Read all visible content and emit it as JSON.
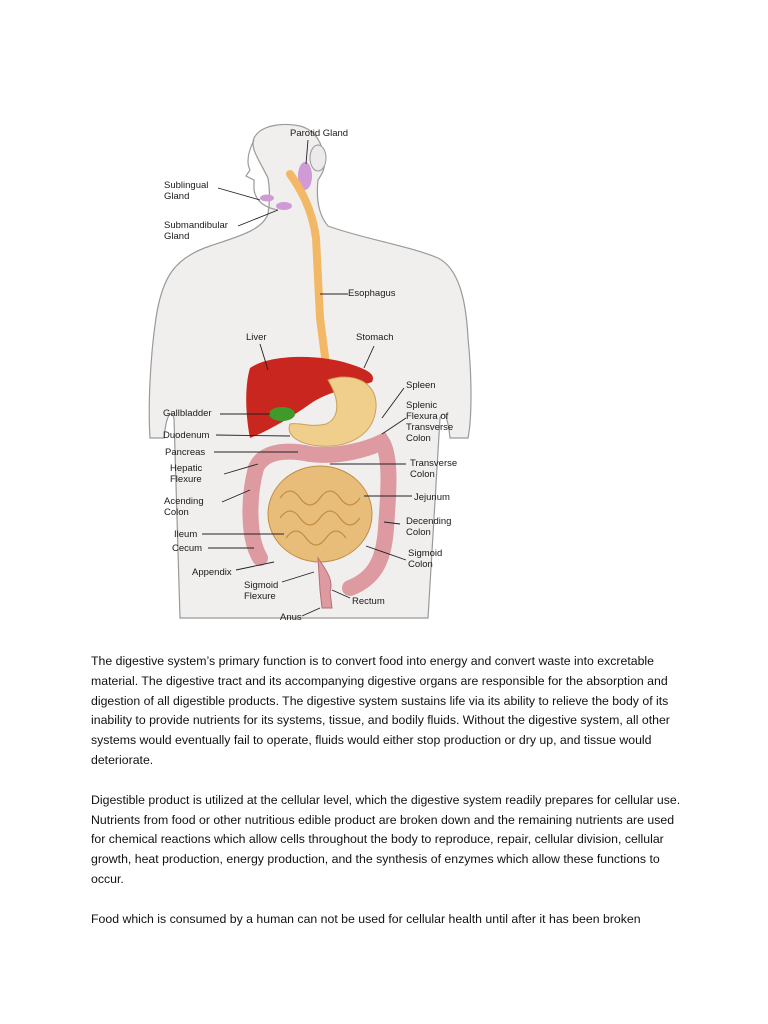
{
  "figure": {
    "labels": {
      "parotid": "Parotid Gland",
      "sublingual": "Sublingual\nGland",
      "submandibular": "Submandibular\nGland",
      "esophagus": "Esophagus",
      "liver": "Liver",
      "stomach": "Stomach",
      "spleen": "Spleen",
      "splenic": "Splenic\nFlexura of\nTransverse\nColon",
      "gallbladder": "Gallbladder",
      "duodenum": "Duodenum",
      "pancreas": "Pancreas",
      "hepatic": "Hepatic\nFlexure",
      "transverse": "Transverse\nColon",
      "acending": "Acending\nColon",
      "jejunum": "Jejunum",
      "decending": "Decending\nColon",
      "ileum": "Ileum",
      "cecum": "Cecum",
      "appendix": "Appendix",
      "sigmoid_colon": "Sigmoid\nColon",
      "sigmoid_flexure": "Sigmoid\nFlexure",
      "rectum": "Rectum",
      "anus": "Anus"
    },
    "colors": {
      "skin": "#f1efee",
      "outline": "#9a9a9a",
      "liver": "#c8261e",
      "gallbladder": "#3f9a2a",
      "stomach": "#f0cf8c",
      "esophagus": "#f3b865",
      "pancreas": "#e4d23e",
      "intestine": "#e8bd7a",
      "colon": "#dd9aa0",
      "glands": "#cf9ad6"
    }
  },
  "paragraphs": [
    "The digestive system’s primary function is to convert food into energy and convert waste into excretable material. The digestive tract and its accompanying digestive organs are responsible for the absorption and digestion of all digestible products. The digestive system sustains life via its ability to relieve the body of its inability to provide nutrients for its systems, tissue, and bodily fluids. Without the digestive system, all other systems would eventually fail to operate, fluids would either stop production or dry up, and tissue would deteriorate.",
    "Digestible product is utilized at the cellular level, which the digestive system readily prepares for cellular use. Nutrients from food or other nutritious edible product are broken down and the remaining nutrients are used for chemical reactions which allow cells throughout the body to reproduce, repair, cellular division, cellular growth, heat production, energy production, and the synthesis of enzymes which allow these functions to occur.",
    "Food which is consumed by a human can not be used for cellular health until after it has been broken"
  ]
}
